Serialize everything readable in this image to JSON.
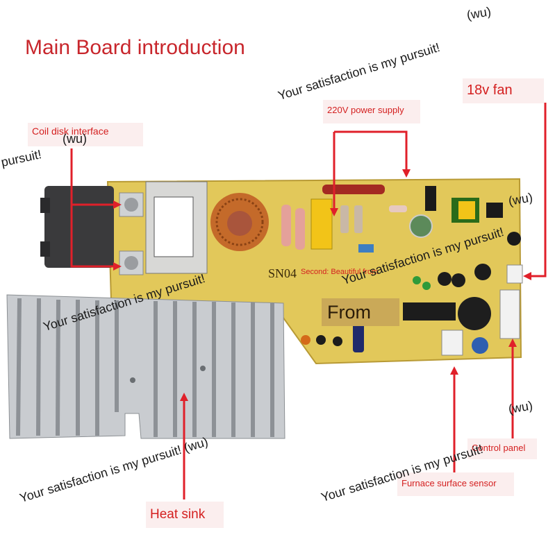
{
  "title": "Main Board introduction",
  "labels": {
    "coil_disk": "Coil disk interface",
    "power_supply": "220V power supply",
    "fan": "18v fan",
    "heat_sink": "Heat sink",
    "furnace_sensor": "Furnace surface sensor",
    "control_panel": "Control panel",
    "second": "Second: Beautiful from",
    "from": "From",
    "board_model": "SN04"
  },
  "watermarks": {
    "pursuit_left": "pursuit!",
    "wu": "(wu)",
    "slogan": "Your satisfaction is my pursuit!",
    "slogan_wu": "Your satisfaction is my pursuit!  (wu)"
  },
  "colors": {
    "accent_red": "#e0202a",
    "board_yellow": "#e2c85a",
    "heatsink_silver": "#c9ccd0"
  }
}
